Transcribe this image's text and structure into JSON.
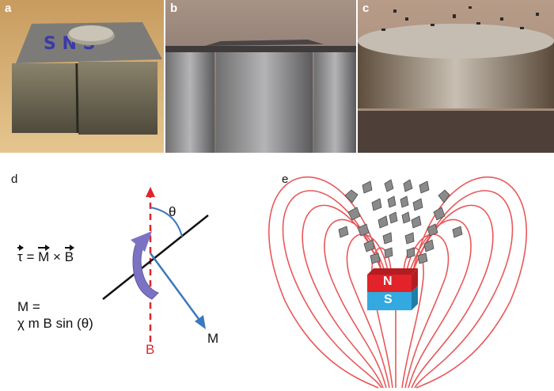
{
  "panels": {
    "a": {
      "label": "a"
    },
    "b": {
      "label": "b"
    },
    "c": {
      "label": "c"
    },
    "d": {
      "label": "d",
      "theta": "θ",
      "torque_lhs": "τ",
      "eq_sign": "=",
      "M_vec": "M",
      "times": "×",
      "B_vec": "B",
      "M_eq_line1": "M =",
      "M_eq_line2": "χ m B sin (θ)",
      "B_label": "B",
      "M_label": "M"
    },
    "e": {
      "label": "e",
      "north": "N",
      "south": "S"
    }
  },
  "colors": {
    "field_lines": "#e8585a",
    "dashed_B": "#e0242b",
    "arrow_M": "#3a78c0",
    "rotation_arrow": "#7b73c2",
    "magnet_north": "#e2232a",
    "magnet_south": "#33a9e0",
    "flakes": "#8a8a8a"
  }
}
